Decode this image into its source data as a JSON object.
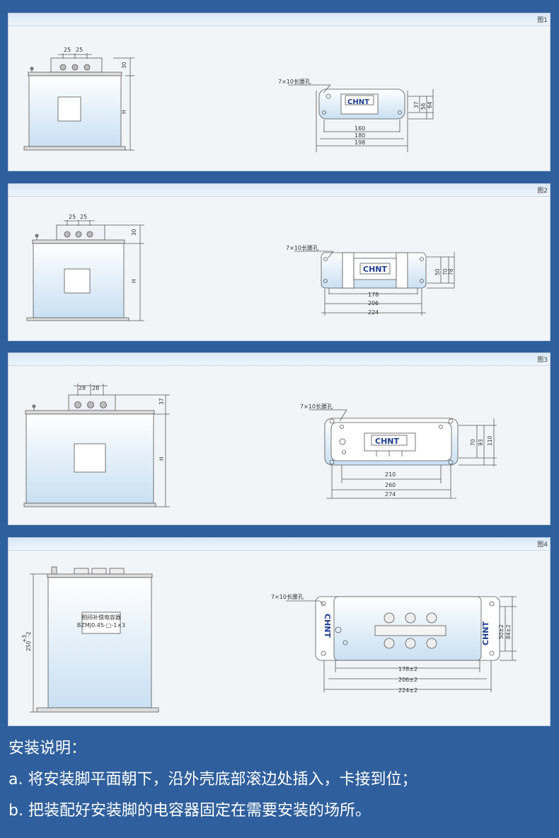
{
  "panels": [
    {
      "figure_label": "图1",
      "dims": {
        "pitch_a": "25",
        "pitch_b": "25",
        "terminal_height": "30",
        "height": "H",
        "slot": "7×10长腰孔",
        "h1": "37",
        "h2": "56",
        "h3": "64",
        "w1": "160",
        "w2": "180",
        "w3": "198"
      },
      "logo": "CHNT"
    },
    {
      "figure_label": "图2",
      "dims": {
        "pitch_a": "25",
        "pitch_b": "25",
        "terminal_height": "30",
        "height": "H",
        "slot": "7×10长腰孔",
        "h1": "50",
        "h2": "70",
        "h3": "78",
        "w1": "178",
        "w2": "206",
        "w3": "224"
      },
      "logo": "CHNT"
    },
    {
      "figure_label": "图3",
      "dims": {
        "pitch_a": "28",
        "pitch_b": "28",
        "terminal_height": "37",
        "height": "H",
        "slot": "7×10长腰孔",
        "h1": "70",
        "h2": "93",
        "h3": "110",
        "w1": "210",
        "w2": "260",
        "w3": "274"
      },
      "logo": "CHNT"
    },
    {
      "figure_label": "图4",
      "dims": {
        "height": "250",
        "height_tol": "+3",
        "height_tol2": "-2",
        "slot": "7×10长腰孔",
        "h1": "50±2",
        "h2": "84±2",
        "w1": "178±2",
        "w2": "206±2",
        "w3": "224±2"
      },
      "label_lines": [
        "相间补偿电容器",
        "BZMJ0.45-□-1×3"
      ],
      "logo": "CHNT"
    }
  ],
  "notes": {
    "title": "安装说明：",
    "line_a": "a. 将安装脚平面朝下，沿外壳底部滚边处插入，卡接到位；",
    "line_b": "b. 把装配好安装脚的电容器固定在需要安装的场所。"
  },
  "colors": {
    "background": "#2f5f9c",
    "panel": "#f2f5f8",
    "logo": "#1d3d8f",
    "body_top": "#ffffff",
    "body_bottom": "#c9e0f3"
  }
}
